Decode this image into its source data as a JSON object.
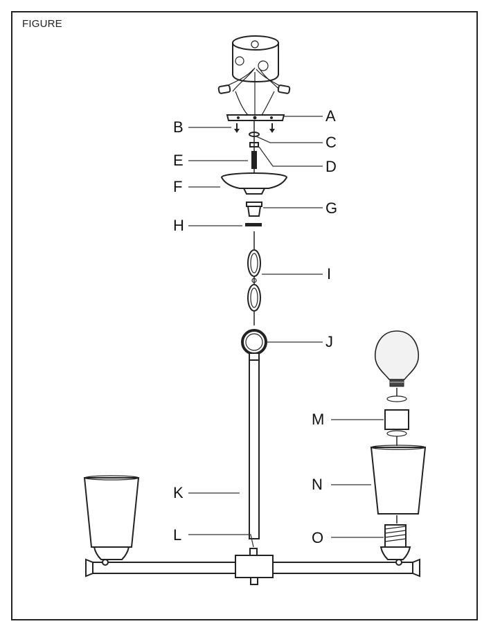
{
  "figure": {
    "title": "FIGURE"
  },
  "labels": {
    "A": "A",
    "B": "B",
    "C": "C",
    "D": "D",
    "E": "E",
    "F": "F",
    "G": "G",
    "H": "H",
    "I": "I",
    "J": "J",
    "K": "K",
    "L": "L",
    "M": "M",
    "N": "N",
    "O": "O"
  },
  "colors": {
    "line": "#222222",
    "background": "#ffffff",
    "shade_fill": "#ffffff",
    "bulb_fill": "#f2f2f2"
  }
}
